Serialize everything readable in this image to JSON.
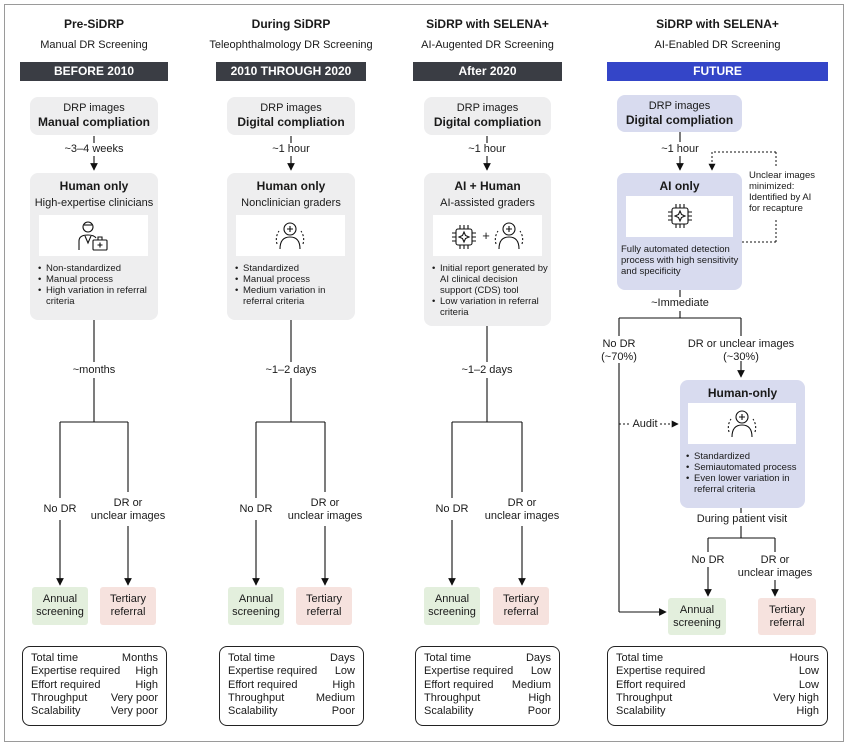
{
  "columns": [
    {
      "title": "Pre-SiDRP",
      "subtitle": "Manual DR Screening",
      "period": "BEFORE 2010",
      "intake_line1": "DRP images",
      "intake_line2": "Manual compliation",
      "intake_time": "~3–4 weeks",
      "grader_title": "Human only",
      "grader_sub": "High-expertise clinicians",
      "bullets": [
        "Non-standardized",
        "Manual process",
        "High variation in referral criteria"
      ],
      "result_time": "~months",
      "no_dr": "No DR",
      "dr_line1": "DR or",
      "dr_line2": "unclear images",
      "annual_line1": "Annual",
      "annual_line2": "screening",
      "tertiary_line1": "Tertiary",
      "tertiary_line2": "referral",
      "summary": [
        {
          "label": "Total time",
          "value": "Months"
        },
        {
          "label": "Expertise required",
          "value": "High"
        },
        {
          "label": "Effort required",
          "value": "High"
        },
        {
          "label": "Throughput",
          "value": "Very poor"
        },
        {
          "label": "Scalability",
          "value": "Very poor"
        }
      ]
    },
    {
      "title": "During SiDRP",
      "subtitle": "Teleophthalmology DR Screening",
      "period": "2010 THROUGH 2020",
      "intake_line1": "DRP images",
      "intake_line2": "Digital compliation",
      "intake_time": "~1 hour",
      "grader_title": "Human only",
      "grader_sub": "Nonclinician graders",
      "bullets": [
        "Standardized",
        "Manual process",
        "Medium variation in referral criteria"
      ],
      "result_time": "~1–2 days",
      "no_dr": "No DR",
      "dr_line1": "DR or",
      "dr_line2": "unclear images",
      "annual_line1": "Annual",
      "annual_line2": "screening",
      "tertiary_line1": "Tertiary",
      "tertiary_line2": "referral",
      "summary": [
        {
          "label": "Total time",
          "value": "Days"
        },
        {
          "label": "Expertise required",
          "value": "Low"
        },
        {
          "label": "Effort required",
          "value": "High"
        },
        {
          "label": "Throughput",
          "value": "Medium"
        },
        {
          "label": "Scalability",
          "value": "Poor"
        }
      ]
    },
    {
      "title": "SiDRP with SELENA+",
      "subtitle": "AI-Augented DR Screening",
      "period": "After 2020",
      "intake_line1": "DRP images",
      "intake_line2": "Digital compliation",
      "intake_time": "~1 hour",
      "grader_title": "AI + Human",
      "grader_sub": "AI-assisted graders",
      "plus": "+",
      "bullets": [
        "Initial report generated by AI clinical decision support (CDS) tool",
        "Low variation in referral criteria"
      ],
      "result_time": "~1–2 days",
      "no_dr": "No DR",
      "dr_line1": "DR or",
      "dr_line2": "unclear images",
      "annual_line1": "Annual",
      "annual_line2": "screening",
      "tertiary_line1": "Tertiary",
      "tertiary_line2": "referral",
      "summary": [
        {
          "label": "Total time",
          "value": "Days"
        },
        {
          "label": "Expertise required",
          "value": "Low"
        },
        {
          "label": "Effort required",
          "value": "Medium"
        },
        {
          "label": "Throughput",
          "value": "High"
        },
        {
          "label": "Scalability",
          "value": "Poor"
        }
      ]
    },
    {
      "title": "SiDRP with SELENA+",
      "subtitle": "AI-Enabled DR Screening",
      "period": "FUTURE",
      "intake_line1": "DRP images",
      "intake_line2": "Digital compliation",
      "intake_time": "~1 hour",
      "unclear_note": [
        "Unclear images",
        "minimized:",
        "Identified by AI",
        "for recapture"
      ],
      "ai_title": "AI only",
      "ai_desc": "Fully automated detection process with high sensitivity and specificity",
      "immediate": "~Immediate",
      "no_dr_line1": "No DR",
      "no_dr_line2": "(~70%)",
      "dr_top_line1": "DR or unclear images",
      "dr_top_line2": "(~30%)",
      "audit": "Audit",
      "human_title": "Human-only",
      "bullets": [
        "Standardized",
        "Semiautomated process",
        "Even lower variation in referral criteria"
      ],
      "visit": "During patient visit",
      "no_dr": "No DR",
      "dr_line1": "DR or",
      "dr_line2": "unclear images",
      "annual_line1": "Annual",
      "annual_line2": "screening",
      "tertiary_line1": "Tertiary",
      "tertiary_line2": "referral",
      "summary": [
        {
          "label": "Total time",
          "value": "Hours"
        },
        {
          "label": "Expertise required",
          "value": "Low"
        },
        {
          "label": "Effort required",
          "value": "Low"
        },
        {
          "label": "Throughput",
          "value": "Very high"
        },
        {
          "label": "Scalability",
          "value": "High"
        }
      ]
    }
  ],
  "colors": {
    "dark_bar": "#3a3d44",
    "future_bar": "#3445c8",
    "grey_box": "#eeeeef",
    "lavender_box": "#d8dbef",
    "annual_box": "#e3efdd",
    "tertiary_box": "#f6e2de"
  },
  "icons": [
    "clinician-with-medical-case-icon",
    "human-grader-icon",
    "ai-chip-icon"
  ]
}
